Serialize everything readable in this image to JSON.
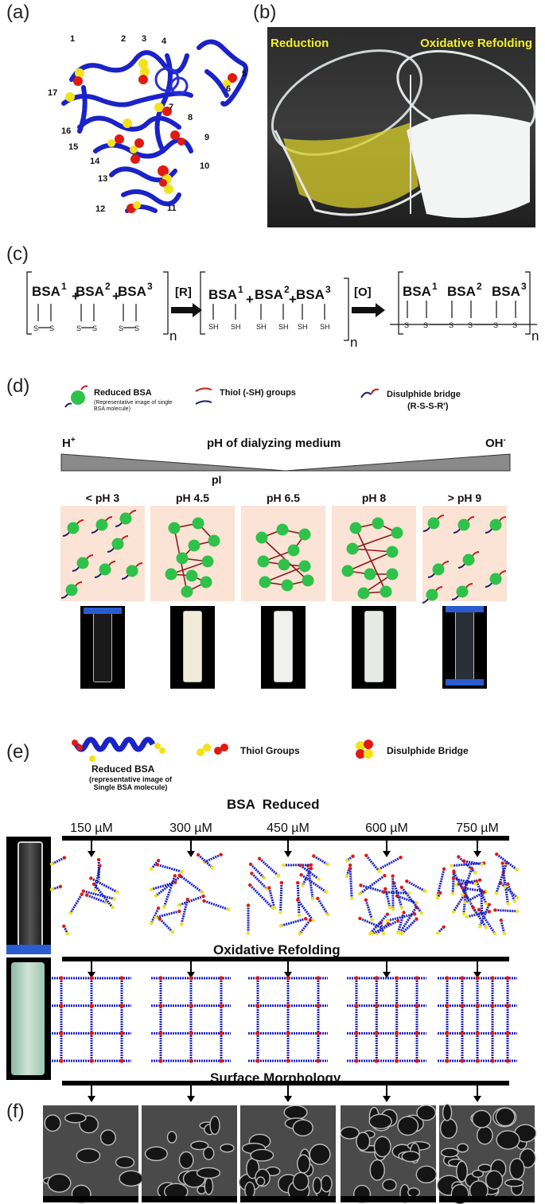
{
  "panels": {
    "a": "(a)",
    "b": "(b)",
    "c": "(c)",
    "d": "(d)",
    "e": "(e)",
    "f": "(f)"
  },
  "panel_a": {
    "site_numbers": [
      "1",
      "2",
      "3",
      "4",
      "5",
      "6",
      "7",
      "8",
      "9",
      "10",
      "11",
      "12",
      "13",
      "14",
      "15",
      "16",
      "17"
    ]
  },
  "panel_b": {
    "left_label": "Reduction",
    "right_label": "Oxidative Refolding"
  },
  "panel_c": {
    "bsa": "BSA",
    "sup1": "1",
    "sup2": "2",
    "sup3": "3",
    "plus": "+",
    "s": "S",
    "sh": "SH",
    "n": "n",
    "reduce_label": "[R]",
    "oxidize_label": "[O]"
  },
  "panel_d": {
    "legend_reduced_bsa": "Reduced BSA",
    "legend_reduced_bsa_note": "(Representative image of single BSA molecule)",
    "legend_thiol": "Thiol (-SH) groups",
    "legend_disulphide": "Disulphide bridge",
    "legend_disulphide_note": "(R-S-S-R')",
    "h_plus": "H",
    "h_plus_sup": "+",
    "oh_minus": "OH",
    "oh_minus_sup": "-",
    "gradient_title": "pH of dialyzing medium",
    "pi_label": "pI",
    "ph_labels": [
      "< pH 3",
      "pH 4.5",
      "pH 6.5",
      "pH 8",
      "> pH 9"
    ]
  },
  "panel_e": {
    "legend_reduced_bsa": "Reduced BSA",
    "legend_reduced_bsa_note": "(representative image of Single BSA molecule)",
    "legend_thiol": "Thiol Groups",
    "legend_disulphide": "Disulphide Bridge",
    "bsa_reduced_title": "BSA  Reduced",
    "concentrations": [
      "150 µM",
      "300 µM",
      "450 µM",
      "600 µM",
      "750 µM"
    ],
    "oxidative_title": "Oxidative Refolding",
    "morphology_title": "Surface Morphology"
  },
  "colors": {
    "helix_blue": "#1a22c8",
    "thiol_yellow": "#f2e21a",
    "disulphide_red": "#e01a10",
    "bsa_green": "#2ec24a",
    "panel_peach": "#fbe3d6",
    "arrow_black": "#000000"
  }
}
